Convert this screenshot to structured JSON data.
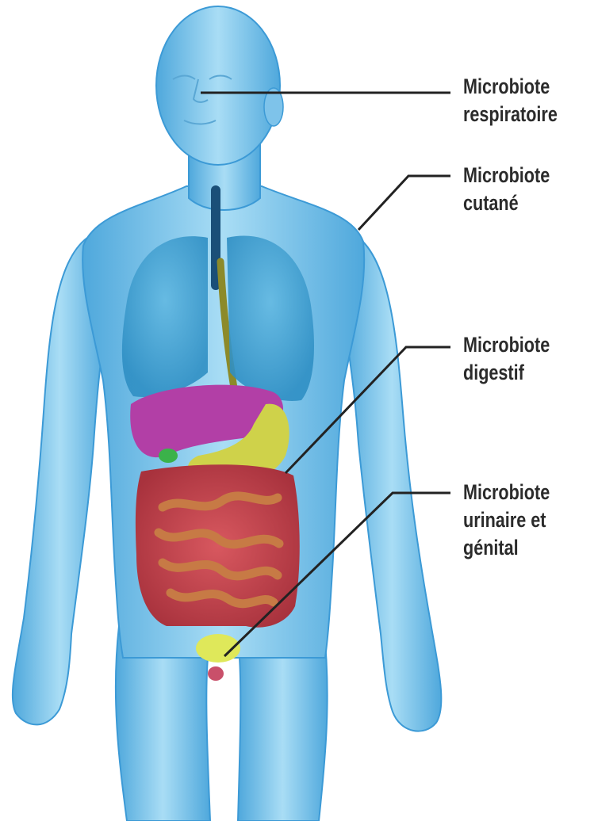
{
  "labels": [
    {
      "id": "respiratoire",
      "lines": [
        "Microbiote",
        "respiratoire"
      ]
    },
    {
      "id": "cutane",
      "lines": [
        "Microbiote",
        "cutané"
      ]
    },
    {
      "id": "digestif",
      "lines": [
        "Microbiote",
        "digestif"
      ]
    },
    {
      "id": "urinaire",
      "lines": [
        "Microbiote",
        "urinaire et",
        "génital"
      ]
    }
  ],
  "colors": {
    "body": "#8fd0f0",
    "body_edge": "#3c9ad6",
    "lungs": "#3aa6d6",
    "liver": "#b23fa6",
    "stomach": "#cfd24a",
    "colon": "#c9454e",
    "small_intestine": "#c77a45",
    "bladder": "#dfe85a",
    "leader_line": "#222222",
    "text": "#2b2b2b"
  }
}
